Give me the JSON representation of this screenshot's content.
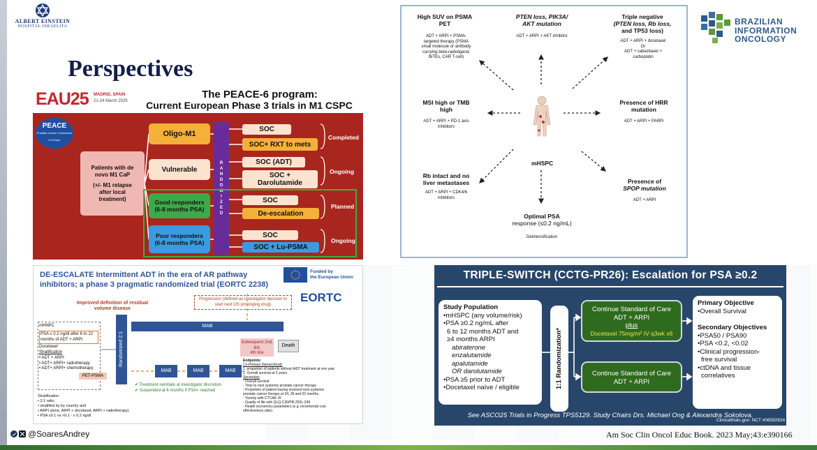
{
  "header": {
    "logo_line1": "ALBERT EINSTEIN",
    "logo_line2": "HOSPITAL ISRAELITA",
    "title": "Perspectives",
    "brand_line1": "BRAZILIAN",
    "brand_line2": "INFORMATION",
    "brand_line3": "ONCOLOGY"
  },
  "peace": {
    "eau": "EAU",
    "eau_num": "25",
    "loc1": "MADRID, SPAIN",
    "loc2": "21-24 March 2025",
    "title1": "The PEACE-6 program:",
    "title2": "Current European Phase 3 trials in M1 CSPC",
    "logo": "PEACE",
    "logo_sub": "Prostate Cancer Consortium in Europe",
    "patients1": "Patients with de",
    "patients2": "novo M1 CaP",
    "patients3": "(+/- M1 relapse",
    "patients4": "after local",
    "patients5": "treatment)",
    "oligo": "Oligo-M1",
    "vulnerable": "Vulnerable",
    "good1": "Good responders",
    "good2": "(6-8 months PSA)",
    "poor1": "Poor responders",
    "poor2": "(6-8 months PSA)",
    "rand": [
      "R",
      "A",
      "N",
      "D",
      "O",
      "M",
      "I",
      "Z",
      "E",
      "D"
    ],
    "soc1": "SOC",
    "soc_rxt": "SOC+ RXT to mets",
    "soc_adt": "SOC (ADT)",
    "soc_daro1": "SOC +",
    "soc_daro2": "Darolutamide",
    "soc3": "SOC",
    "deesc": "De-escalation",
    "soc4": "SOC",
    "soc_lu": "SOC + Lu-PSMA",
    "completed": "Completed",
    "ongoing1": "Ongoing",
    "planned": "Planned",
    "ongoing2": "Ongoing"
  },
  "mhspc": {
    "center": "mHSPC",
    "tl_t1": "High SUV on PSMA",
    "tl_t2": "PET",
    "tl_s1": "ADT + ARPI + PSMA-",
    "tl_s2": "targeted therapy (PSMA",
    "tl_s3": "small molecule or antibody",
    "tl_s4": "carrying beta-radioligand,",
    "tl_s5": "BiTEs, CAR T-cell)",
    "tc_t1": "PTEN loss, PIK3A/",
    "tc_t2": "AKT mutation",
    "tc_s1": "ADT + ARPI + AKT inhibitor",
    "tr_t1": "Triple negative",
    "tr_t2": "(PTEN loss, Rb loss,",
    "tr_t3": "and TP53 loss)",
    "tr_s1": "ADT + ARPI + docetaxel",
    "tr_s2": "Or",
    "tr_s3": "ADT + cabazitaxel +",
    "tr_s4": "carboplatin",
    "ml_t1": "MSI high or TMB",
    "ml_t2": "high",
    "ml_s1": "ADT + ARPI + PD-1 axis",
    "ml_s2": "inhibitors",
    "mr_t1": "Presence of HRR",
    "mr_t2": "mutation",
    "mr_s1": "ADT + ARPI + PARPi",
    "bl_t1": "Rb intact and no",
    "bl_t2": "liver metastases",
    "bl_s1": "ADT + ARPI + CDK4/6",
    "bl_s2": "inhibitors",
    "br_t1": "Presence of",
    "br_t2": "SPOP mutation",
    "br_s1": "ADT + ARPI",
    "bc_t1": "Optimal PSA",
    "bc_t2": "response (≤0.2 ng/mL)",
    "bc_s1": "Deintensification"
  },
  "deesc": {
    "title1": "DE-ESCALATE Intermittent ADT in the era of AR pathway",
    "title2": "inhibitors; a phase 3 pragmatic randomized trial (EORTC 2238)",
    "funded1": "Funded by",
    "funded2": "the European Union",
    "eortc": "EORTC",
    "improved1": "Improved definition of residual",
    "improved2": "volume disease",
    "progression1": "Progression (defined as investigator decision to",
    "progression2": "start next OS prolonging drug)",
    "mhnpc": "mHNPC",
    "psa1": "PSA ≤ 0.2 ng/dl after 6 to 12",
    "psa2": "months of ADT + ARPI",
    "docetaxel": "Docetaxel",
    "stratification": "Stratification",
    "s1": "• ADT + ARPI",
    "s2": "• ADT+ ARPI+ radiotherapy",
    "s3": "• ADT+ ARPI+ chemotherapy",
    "petpsma": "PET-PSMA",
    "rand": "Randomized 2:1",
    "mab_long": "MAB",
    "mab1": "MAB",
    "mab2": "MAB",
    "mab3": "MAB",
    "subsequent1": "Subsequent 2nd, 3rd,",
    "subsequent2": "4th line",
    "death": "Death",
    "chk1": "✔ Treatment reinitiate at investigator discretion",
    "chk2": "✔ Suspended at 6 months if PSA< reached",
    "strat_h": "Stratification",
    "strat1": "•  2:1 ratio,",
    "strat2": "•  stratified by by country and",
    "strat3": "•  ARPI alone, ARPI + docetaxel, ARPI + radiotherapy)",
    "strat4": "•  PSA ≤0.1 vs >0.1 - ≤ 0.2 ng/dl",
    "ep_h": "Endpoints:",
    "ep_co": "Co-Primary (hierarchical):",
    "ep1": "1.  proportion of patients without iADT treatment at one year",
    "ep2": "2.  Overall survival at 3 years",
    "ep_sec": "Secondary",
    "ep3": "-   Overall survival",
    "ep4": "-   Time to next systemic prostate cancer therapy",
    "ep5": "-   Proportion of patient having received next systemic",
    "ep6": "    prostate cancer therapy at 24, 36 and 52 months.",
    "ep7": "-   Toxicity with CTCAE v5",
    "ep8": "-   Quality of life with QLQ-C30/PR-25/IL-249",
    "ep9": "-   Health economics parameters (e.g. incremental cost",
    "ep10": "    effectiveness ratio)"
  },
  "triple": {
    "title": "TRIPLE-SWITCH (CCTG-PR26):  Escalation for PSA ≥0.2",
    "sp_h": "Study Population",
    "sp1": "•mHSPC (any volume/risk)",
    "sp2": "•PSA ≥0.2 ng/mL after",
    "sp3": "6 to 12 months ADT and",
    "sp4": "≥4 months ARPI",
    "sp5": "abiraterone",
    "sp6": "enzalutamide",
    "sp7": "apalutamide",
    "sp8": "OR darolutamide",
    "sp9": "•PSA ≥5 prior to ADT",
    "sp10": "•Docetaxel naïve / eligible",
    "rand": "1:1 Randomization*",
    "arm1_1": "Continue Standard of Care",
    "arm1_2": "ADT + ARPI",
    "arm1_3": "plus",
    "arm1_4": "Docetaxel 75mg/m² IV q3wk x6",
    "arm2_1": "Continue Standard of Care",
    "arm2_2": "ADT + ARPI",
    "po_h": "Primary Objective",
    "po1": "•Overall Survival",
    "so_h": "Secondary Objectives",
    "so1": "•PSA50 / PSA90",
    "so2": "•PSA <0.2, <0.02",
    "so3": "•Clinical progression-",
    "so4": "free survival",
    "so5": "•ctDNA and tissue",
    "so6": "correlatives",
    "foot": "See ASCO25 Trials in Progress TPS5129.  Study Chairs Drs. Michael Ong & Alexandra Sokolova.",
    "nct": "Clinicaltrials.gov:  NCT #06592924"
  },
  "footer": {
    "handle": "@SoaresAndrey",
    "citation": "Am Soc Clin Oncol Educ Book. 2023 May;43:e390166"
  }
}
